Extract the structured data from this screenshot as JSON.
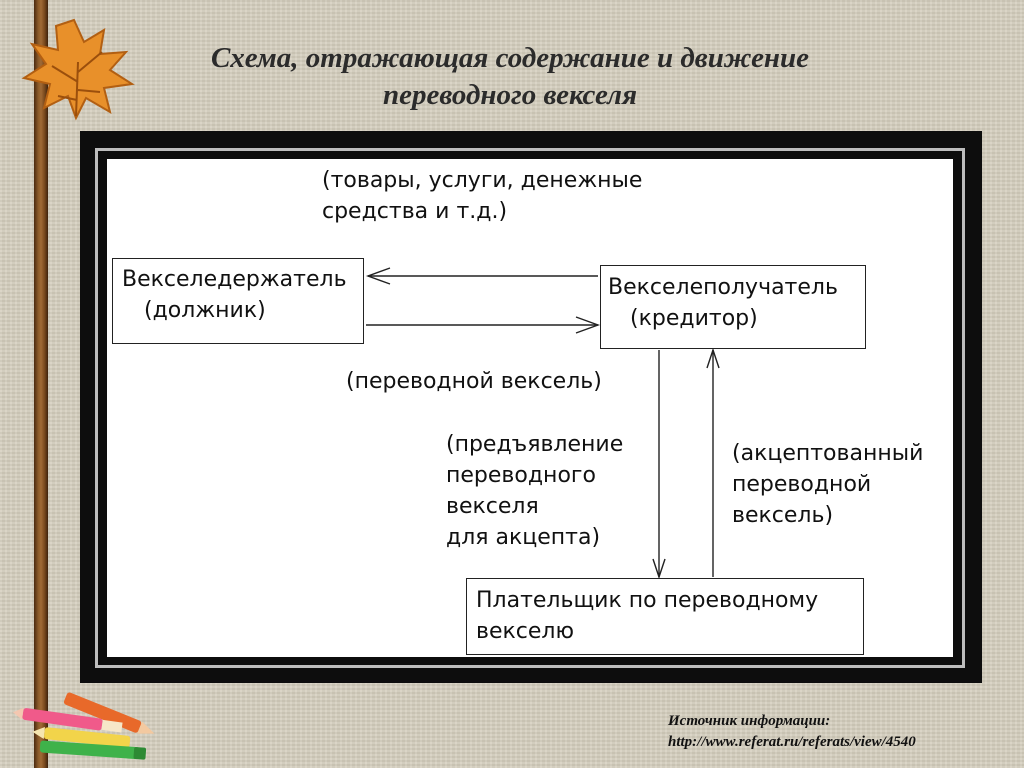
{
  "slide": {
    "title_lines": [
      "Схема, отражающая содержание и движение",
      "переводного векселя"
    ]
  },
  "diagram": {
    "goods_label": [
      "(товары, услуги, денежные",
      "средства и т.д.)"
    ],
    "drawer_box": [
      "Векселедержатель",
      "(должник)"
    ],
    "payee_box": [
      "Векселеполучатель",
      "(кредитор)"
    ],
    "bill_label": "(переводной вексель)",
    "presentation_label": [
      "(предъявление",
      "переводного",
      "векселя",
      "для акцепта)"
    ],
    "accepted_label": [
      "(акцептованный",
      "переводной",
      "вексель)"
    ],
    "payer_box": [
      "Плательщик по переводному",
      "векселю"
    ]
  },
  "source": {
    "label": "Источник информации:",
    "url": "http://www.referat.ru/referats/view/4540"
  },
  "colors": {
    "background": "#d6cfbf",
    "frame": "#0d0d0d",
    "title_text": "#2b2b2b",
    "leaf": "#e8902a"
  },
  "icons": [
    "autumn-leaf-icon",
    "crayons-icon"
  ]
}
